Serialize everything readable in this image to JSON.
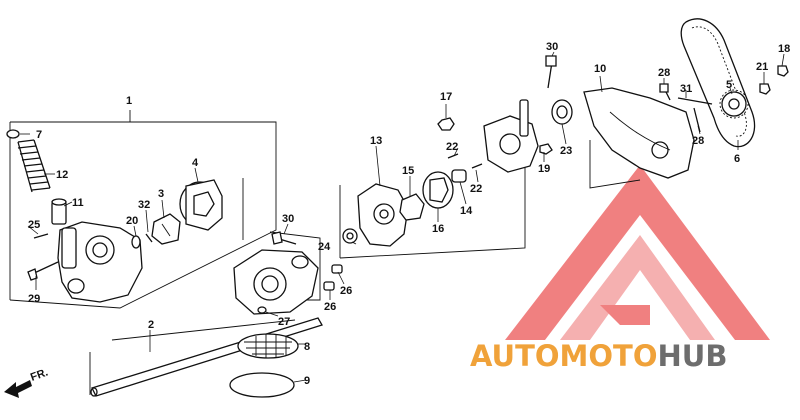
{
  "watermark": {
    "brand_part1": "AUTO",
    "brand_part2": "MOTO",
    "brand_part3": "HUB",
    "colors": {
      "orange": "#f0a23a",
      "gray": "#6d6d6d",
      "logo_red": "#ee6b6b"
    }
  },
  "direction_label": "FR.",
  "callouts": {
    "c1": "1",
    "c2": "2",
    "c3": "3",
    "c4": "4",
    "c5": "5",
    "c6": "6",
    "c7": "7",
    "c8": "8",
    "c9": "9",
    "c10": "10",
    "c11": "11",
    "c12": "12",
    "c13": "13",
    "c14": "14",
    "c15": "15",
    "c16": "16",
    "c17": "17",
    "c18": "18",
    "c19": "19",
    "c20": "20",
    "c21": "21",
    "c22a": "22",
    "c22b": "22",
    "c23": "23",
    "c24": "24",
    "c25": "25",
    "c26a": "26",
    "c26b": "26",
    "c27": "27",
    "c28a": "28",
    "c28b": "28",
    "c29": "29",
    "c30a": "30",
    "c30b": "30",
    "c31": "31",
    "c32": "32"
  }
}
